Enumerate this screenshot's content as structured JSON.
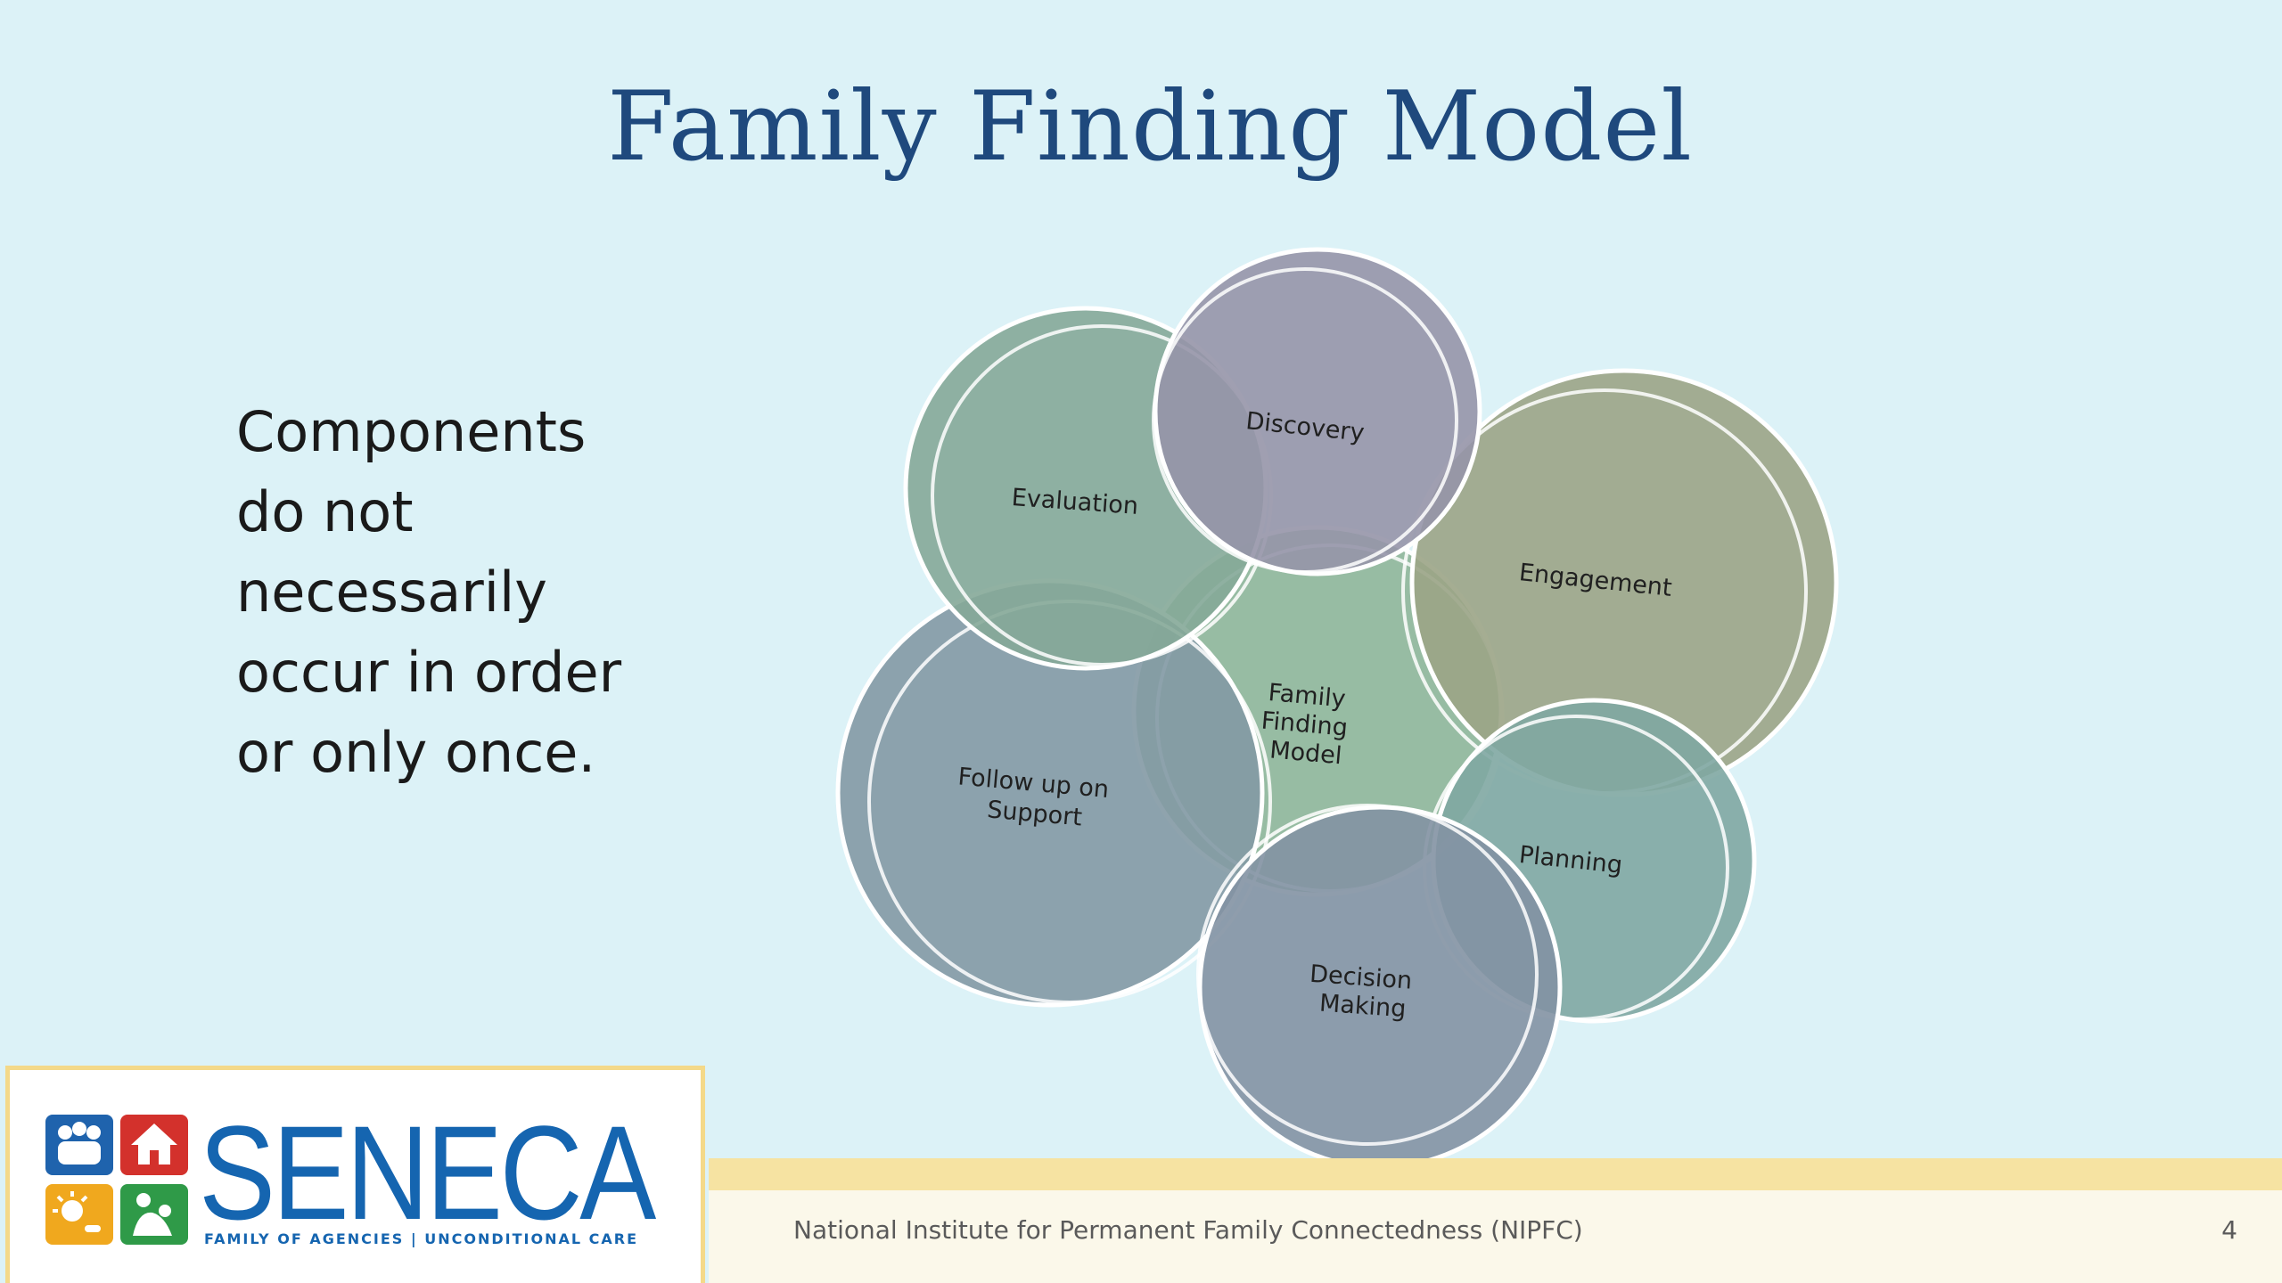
{
  "slide": {
    "title": "Family Finding Model",
    "body_lines": [
      "Components",
      "do not",
      "necessarily",
      "occur in order",
      "or only once."
    ]
  },
  "diagram": {
    "center": "Family Finding Model",
    "center_lines": [
      "Family",
      "Finding",
      "Model"
    ],
    "components": {
      "discovery": "Discovery",
      "engagement": "Engagement",
      "planning": "Planning",
      "decision_lines": [
        "Decision",
        "Making"
      ],
      "followup_lines": [
        "Follow up on",
        "Support"
      ],
      "evaluation": "Evaluation"
    }
  },
  "footer": {
    "text": "National Institute for Permanent Family Connectedness (NIPFC)",
    "page_number": "4"
  },
  "logo": {
    "wordmark": "SENECA",
    "tagline": "FAMILY OF AGENCIES | UNCONDITIONAL CARE"
  },
  "colors": {
    "background": "#dcf2f7",
    "title": "#1f497d",
    "brand_blue": "#1565b0",
    "footer_band": "#f6e3a2",
    "circle_center": "#82ab8a",
    "circle_discovery": "#9695a9",
    "circle_engagement": "#9ba486",
    "circle_planning": "#7fa7a2",
    "circle_decision": "#8392a3",
    "circle_followup": "#8399a4",
    "circle_evaluation": "#85a998"
  }
}
